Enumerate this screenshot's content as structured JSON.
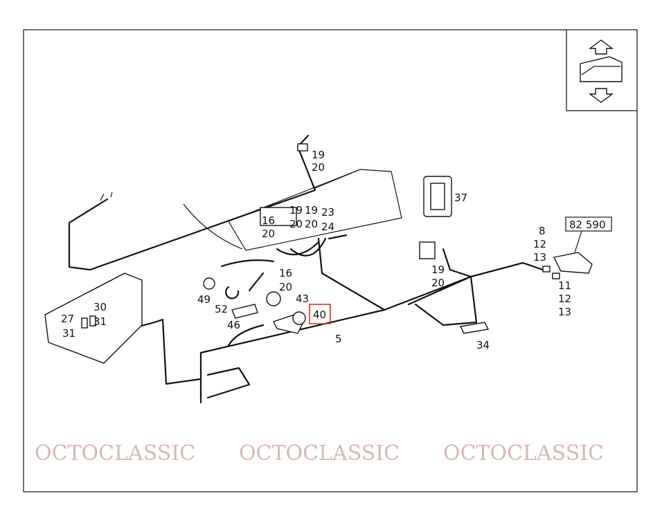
{
  "watermark": "OCTOCLASSIC",
  "highlight_color": "#e0301e",
  "selected_part": "40",
  "labels": {
    "l19a": "19",
    "l20a": "20",
    "l16a": "16",
    "l20b": "20",
    "l19b": "19",
    "l20c": "20",
    "l19c": "19",
    "l20d": "20",
    "l23": "23",
    "l24": "24",
    "l16b": "16",
    "l20e": "20",
    "l43": "43",
    "l40": "40",
    "l49": "49",
    "l52": "52",
    "l46": "46",
    "l30": "30",
    "l27": "27",
    "l31a": "31",
    "l31b": "31",
    "l5": "5",
    "l37": "37",
    "l19d": "19",
    "l20f": "20",
    "l8": "8",
    "l12a": "12",
    "l13a": "13",
    "l11": "11",
    "l12b": "12",
    "l13b": "13",
    "l34": "34",
    "ref": "82 590"
  }
}
